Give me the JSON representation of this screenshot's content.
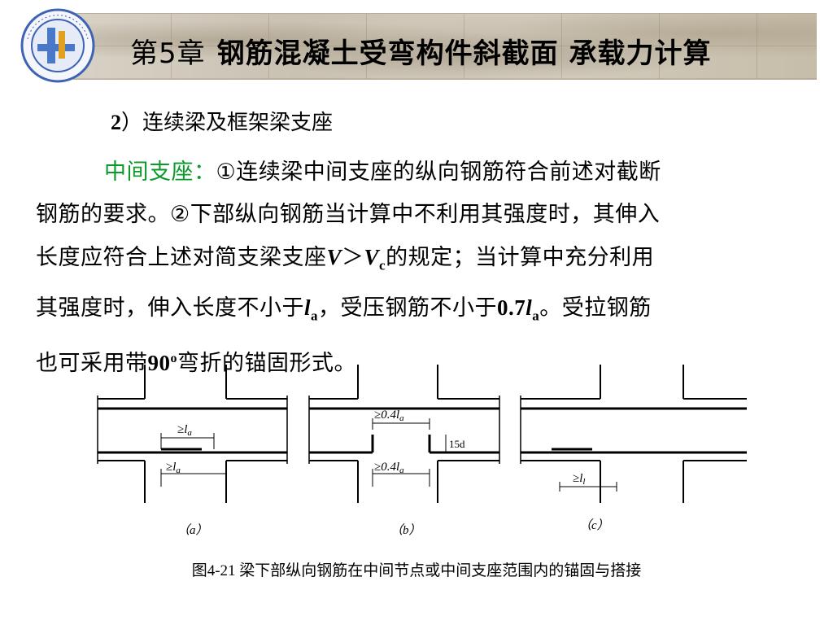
{
  "header": {
    "chapter": "第5章",
    "title": "钢筋混凝土受弯构件斜截面  承载力计算"
  },
  "section": {
    "number": "2",
    "label": "）连续梁及框架梁支座"
  },
  "paragraph": {
    "highlight": "中间支座：",
    "line1": "①连续梁中间支座的纵向钢筋符合前述对截断",
    "line2": "钢筋的要求。②下部纵向钢筋当计算中不利用其强度时，其伸入",
    "line3_a": "长度应符合上述对简支梁支座",
    "V": "V",
    "gt": "＞",
    "Vc": "V",
    "Vc_sub": "c",
    "line3_b": "的规定；当计算中充分利用",
    "line4_a": "其强度时，伸入长度不小于",
    "la": "l",
    "la_sub": "a",
    "line4_b": "，受压钢筋不小于",
    "coef": "0.7",
    "la2": "l",
    "la2_sub": "a",
    "line4_c": "。受拉钢筋",
    "line5_a": "也可采用带",
    "deg": "90",
    "deg_sup": "o",
    "line5_b": "弯折的锚固形式。"
  },
  "figures": {
    "a": {
      "top_label": "≥l",
      "top_sub": "a",
      "bottom_label": "≥l",
      "bottom_sub": "a",
      "caption": "（a）"
    },
    "b": {
      "top_label": "≥0.4l",
      "top_sub": "a",
      "side_label": "15d",
      "bottom_label": "≥0.4l",
      "bottom_sub": "a",
      "caption": "（b）"
    },
    "c": {
      "label": "≥l",
      "label_sub": "l",
      "caption": "（c）"
    }
  },
  "caption": "图4-21   梁下部纵向钢筋在中间节点或中间支座范围内的锚固与搭接",
  "colors": {
    "highlight": "#0a9a2a",
    "band": "#c9c1b2"
  }
}
